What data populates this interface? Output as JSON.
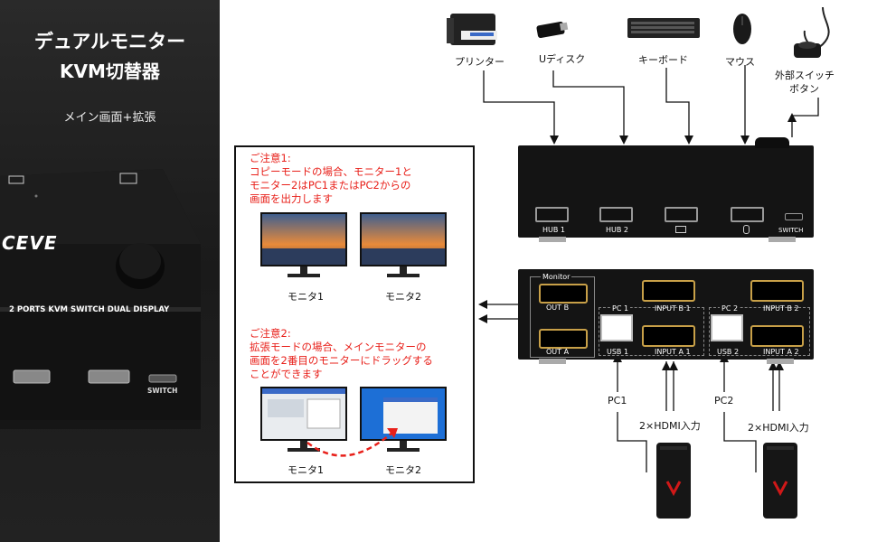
{
  "left": {
    "title_line1": "デュアルモニター",
    "title_line2": "KVM切替器",
    "subtitle": "メイン画面+拡張",
    "device_logo": "CEVE",
    "device_label": "2 PORTS KVM SWITCH DUAL DISPLAY",
    "switch_label": "SWITCH"
  },
  "peripherals": {
    "printer": "プリンター",
    "udisk": "Uディスク",
    "keyboard": "キーボード",
    "mouse": "マウス",
    "external_button_line1": "外部スイッチ",
    "external_button_line2": "ボタン"
  },
  "front_panel": {
    "hub1": "HUB 1",
    "hub2": "HUB 2",
    "switch": "SWITCH"
  },
  "rear_panel": {
    "monitor": "Monitor",
    "out_b": "OUT B",
    "out_a": "OUT A",
    "pc1": "PC 1",
    "input_b1": "INPUT B 1",
    "usb1": "USB 1",
    "input_a1": "INPUT A 1",
    "pc2": "PC 2",
    "input_b2": "INPUT B 2",
    "usb2": "USB 2",
    "input_a2": "INPUT A 2"
  },
  "notes": {
    "note1_title": "ご注意1:",
    "note1_line1": "コピーモードの場合、モニター1と",
    "note1_line2": "モニター2はPC1またはPC2からの",
    "note1_line3": "画面を出力します",
    "monitor1_a": "モニタ1",
    "monitor2_a": "モニタ2",
    "note2_title": "ご注意2:",
    "note2_line1": "拡張モードの場合、メインモニターの",
    "note2_line2": "画面を2番目のモニターにドラッグする",
    "note2_line3": "ことができます",
    "monitor1_b": "モニタ1",
    "monitor2_b": "モニタ2"
  },
  "pcs": {
    "pc1": "PC1",
    "pc2": "PC2",
    "hdmi1": "2×HDMI入力",
    "hdmi2": "2×HDMI入力"
  },
  "colors": {
    "note_red": "#e8201a",
    "device_black": "#141414",
    "pc_accent": "#d01818"
  }
}
